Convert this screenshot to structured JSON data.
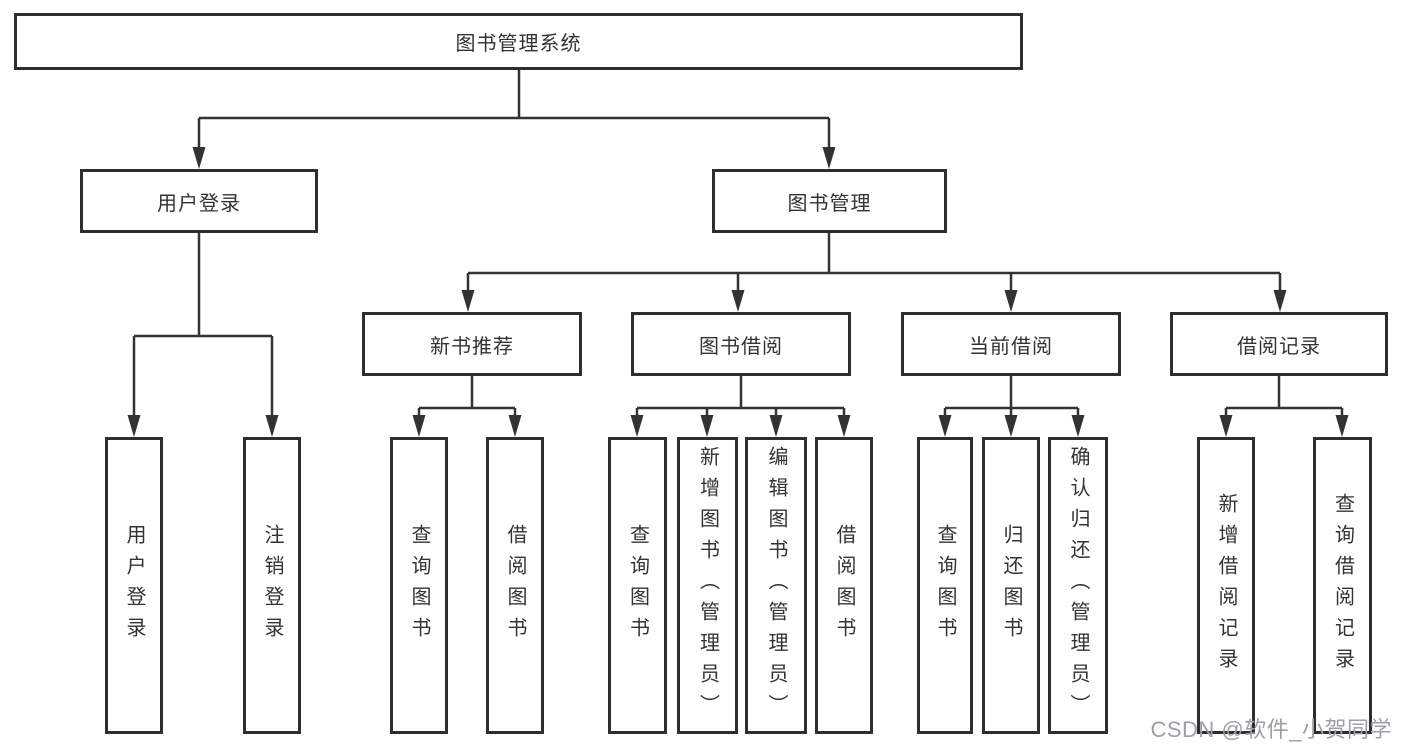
{
  "diagram": {
    "root": {
      "label": "图书管理系统"
    },
    "level2": [
      {
        "id": "user-login",
        "label": "用户登录"
      },
      {
        "id": "book-management",
        "label": "图书管理"
      }
    ],
    "level3": [
      {
        "id": "new-book-recommend",
        "label": "新书推荐",
        "parent": "book-management"
      },
      {
        "id": "book-borrow",
        "label": "图书借阅",
        "parent": "book-management"
      },
      {
        "id": "current-borrow",
        "label": "当前借阅",
        "parent": "book-management"
      },
      {
        "id": "borrow-records",
        "label": "借阅记录",
        "parent": "book-management"
      }
    ],
    "leaves": [
      {
        "id": "login",
        "label": "用户登录",
        "parent": "user-login"
      },
      {
        "id": "logout",
        "label": "注销登录",
        "parent": "user-login"
      },
      {
        "id": "recommend-query-books",
        "label": "查询图书",
        "parent": "new-book-recommend"
      },
      {
        "id": "recommend-borrow-books",
        "label": "借阅图书",
        "parent": "new-book-recommend"
      },
      {
        "id": "borrow-query-books",
        "label": "查询图书",
        "parent": "book-borrow"
      },
      {
        "id": "borrow-add-books-admin",
        "label": "新增图书（管理员）",
        "parent": "book-borrow"
      },
      {
        "id": "borrow-edit-books-admin",
        "label": "编辑图书（管理员）",
        "parent": "book-borrow"
      },
      {
        "id": "borrow-borrow-books",
        "label": "借阅图书",
        "parent": "book-borrow"
      },
      {
        "id": "current-query-books",
        "label": "查询图书",
        "parent": "current-borrow"
      },
      {
        "id": "current-return-books",
        "label": "归还图书",
        "parent": "current-borrow"
      },
      {
        "id": "current-confirm-return-admin",
        "label": "确认归还（管理员）",
        "parent": "current-borrow"
      },
      {
        "id": "records-add-record",
        "label": "新增借阅记录",
        "parent": "borrow-records"
      },
      {
        "id": "records-query-record",
        "label": "查询借阅记录",
        "parent": "borrow-records"
      }
    ],
    "watermark": {
      "text": "CSDN @软件_小贺同学"
    },
    "colors": {
      "line": "#333333",
      "border": "#2e2e2e",
      "text": "#333333",
      "background": "#ffffff",
      "watermark": "#9aa0a6"
    }
  }
}
